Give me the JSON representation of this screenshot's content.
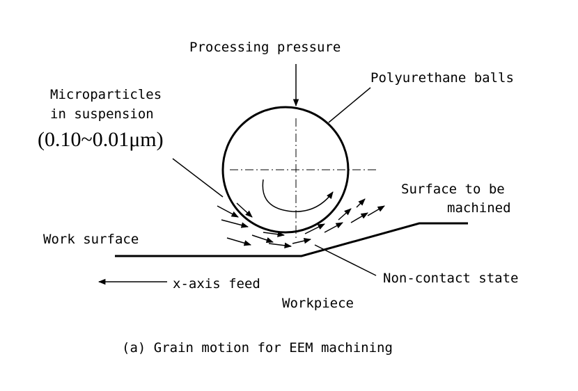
{
  "labels": {
    "processing_pressure": "Processing pressure",
    "polyurethane_balls": "Polyurethane balls",
    "microparticles_line1": "Microparticles",
    "microparticles_line2": "in suspension",
    "particle_size": "(0.10~0.01μm)",
    "surface_line1": "Surface to be",
    "surface_line2": "machined",
    "work_surface": "Work surface",
    "non_contact_state": "Non-contact state",
    "x_axis_feed": "x-axis feed",
    "workpiece": "Workpiece"
  },
  "caption": "(a) Grain motion for EEM machining",
  "colors": {
    "ink": "#000000",
    "background": "#ffffff"
  }
}
